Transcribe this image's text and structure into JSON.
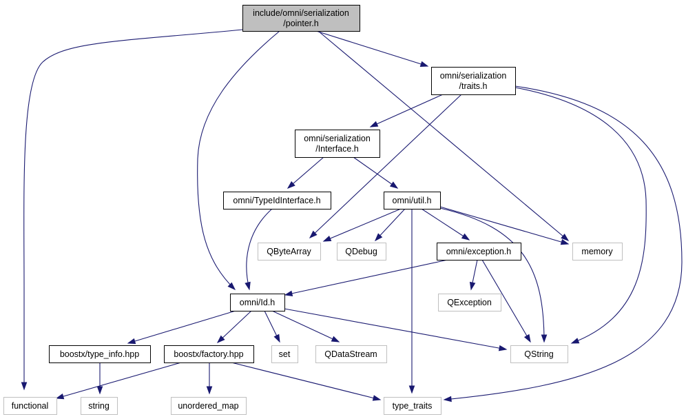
{
  "colors": {
    "edge": "#191970",
    "root_fill": "#bfbfbf",
    "node_border": "#000000",
    "external_border": "#bfbfbf",
    "background": "#ffffff"
  },
  "nodes": {
    "root": {
      "lines": [
        "include/omni/serialization",
        "/pointer.h"
      ],
      "kind": "root"
    },
    "traits": {
      "lines": [
        "omni/serialization",
        "/traits.h"
      ],
      "kind": "internal"
    },
    "interface": {
      "lines": [
        "omni/serialization",
        "/Interface.h"
      ],
      "kind": "internal"
    },
    "typeidinterface": {
      "lines": [
        "omni/TypeIdInterface.h"
      ],
      "kind": "internal"
    },
    "util": {
      "lines": [
        "omni/util.h"
      ],
      "kind": "internal"
    },
    "qbytearray": {
      "lines": [
        "QByteArray"
      ],
      "kind": "external"
    },
    "qdebug": {
      "lines": [
        "QDebug"
      ],
      "kind": "external"
    },
    "exception": {
      "lines": [
        "omni/exception.h"
      ],
      "kind": "internal"
    },
    "memory": {
      "lines": [
        "memory"
      ],
      "kind": "external"
    },
    "id": {
      "lines": [
        "omni/Id.h"
      ],
      "kind": "internal"
    },
    "qexception": {
      "lines": [
        "QException"
      ],
      "kind": "external"
    },
    "typeinfo": {
      "lines": [
        "boostx/type_info.hpp"
      ],
      "kind": "internal"
    },
    "factory": {
      "lines": [
        "boostx/factory.hpp"
      ],
      "kind": "internal"
    },
    "set": {
      "lines": [
        "set"
      ],
      "kind": "external"
    },
    "qdatastream": {
      "lines": [
        "QDataStream"
      ],
      "kind": "external"
    },
    "qstring": {
      "lines": [
        "QString"
      ],
      "kind": "external"
    },
    "functional": {
      "lines": [
        "functional"
      ],
      "kind": "external"
    },
    "string": {
      "lines": [
        "string"
      ],
      "kind": "external"
    },
    "unordered_map": {
      "lines": [
        "unordered_map"
      ],
      "kind": "external"
    },
    "type_traits": {
      "lines": [
        "type_traits"
      ],
      "kind": "external"
    }
  },
  "edges": [
    [
      "root",
      "traits"
    ],
    [
      "root",
      "functional"
    ],
    [
      "root",
      "id"
    ],
    [
      "root",
      "memory"
    ],
    [
      "traits",
      "interface"
    ],
    [
      "traits",
      "qbytearray"
    ],
    [
      "traits",
      "qstring"
    ],
    [
      "traits",
      "type_traits"
    ],
    [
      "interface",
      "typeidinterface"
    ],
    [
      "interface",
      "util"
    ],
    [
      "typeidinterface",
      "id"
    ],
    [
      "util",
      "qbytearray"
    ],
    [
      "util",
      "qdebug"
    ],
    [
      "util",
      "exception"
    ],
    [
      "util",
      "memory"
    ],
    [
      "util",
      "type_traits"
    ],
    [
      "util",
      "qstring"
    ],
    [
      "exception",
      "id"
    ],
    [
      "exception",
      "qexception"
    ],
    [
      "exception",
      "qstring"
    ],
    [
      "id",
      "typeinfo"
    ],
    [
      "id",
      "factory"
    ],
    [
      "id",
      "set"
    ],
    [
      "id",
      "qdatastream"
    ],
    [
      "id",
      "qstring"
    ],
    [
      "typeinfo",
      "string"
    ],
    [
      "factory",
      "functional"
    ],
    [
      "factory",
      "unordered_map"
    ],
    [
      "factory",
      "type_traits"
    ]
  ]
}
